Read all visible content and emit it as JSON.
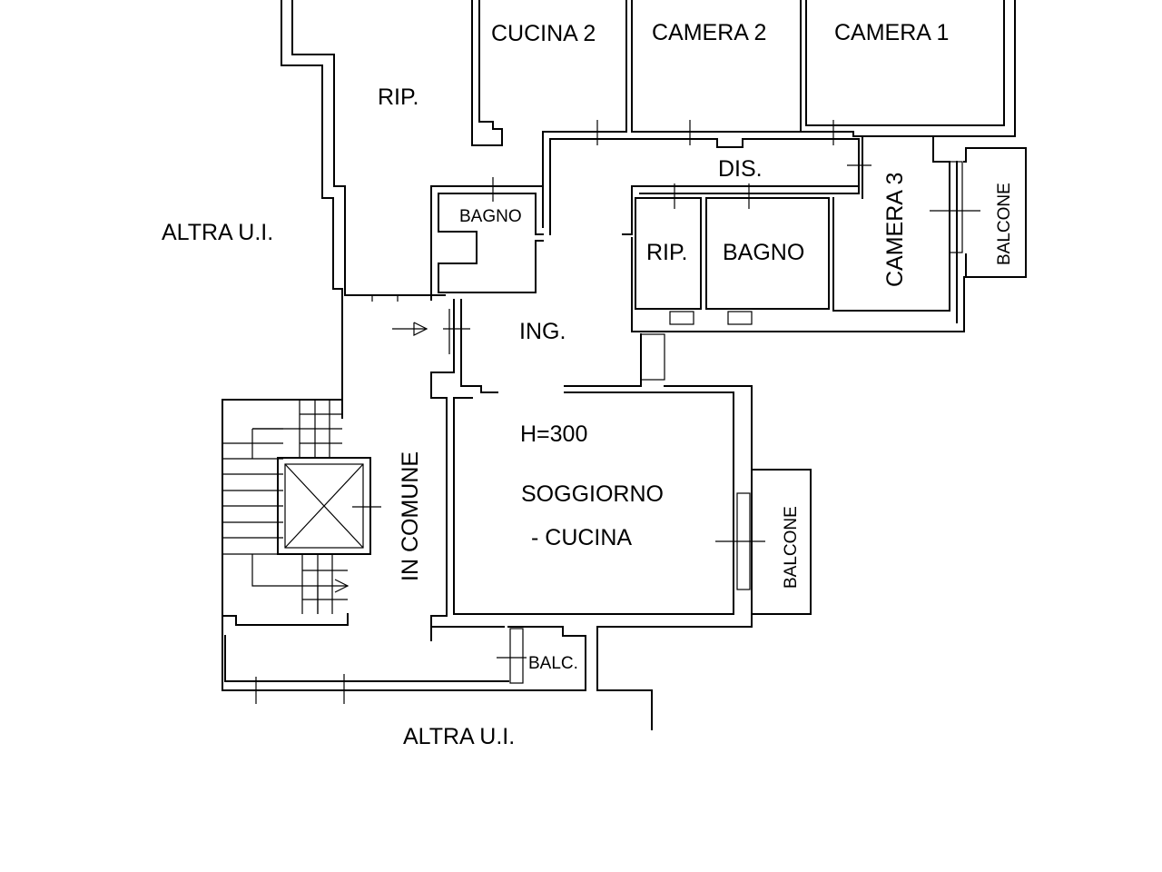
{
  "rooms": {
    "cucina2": "CUCINA 2",
    "camera2": "CAMERA 2",
    "camera1": "CAMERA 1",
    "rip_top": "RIP.",
    "dis": "DIS.",
    "bagno_small": "BAGNO",
    "rip_mid": "RIP.",
    "bagno_mid": "BAGNO",
    "camera3": "CAMERA 3",
    "balcone_right": "BALCONE",
    "ing": "ING.",
    "height": "H=300",
    "soggiorno": "SOGGIORNO",
    "cucina": "- CUCINA",
    "balcone_mid": "BALCONE",
    "balc": "BALC."
  },
  "labels": {
    "altra_left": "ALTRA U.I.",
    "altra_bottom": "ALTRA U.I.",
    "in_comune": "IN COMUNE"
  }
}
